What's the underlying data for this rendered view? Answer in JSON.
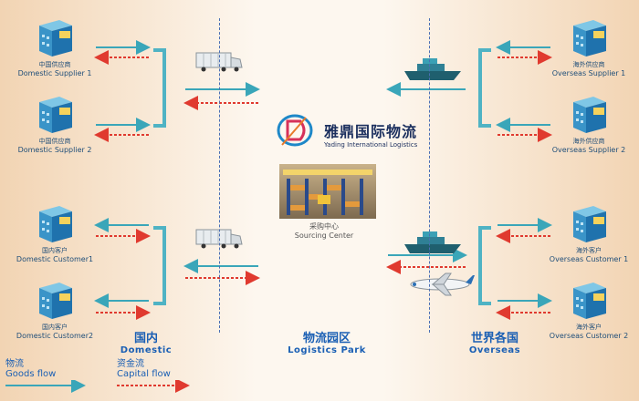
{
  "suppliers_domestic": [
    {
      "cn": "中国供应商",
      "en": "Domestic Supplier 1"
    },
    {
      "cn": "中国供应商",
      "en": "Domestic Supplier 2"
    }
  ],
  "customers_domestic": [
    {
      "cn": "国内客户",
      "en": "Domestic Customer1"
    },
    {
      "cn": "国内客户",
      "en": "Domestic Customer2"
    }
  ],
  "suppliers_overseas": [
    {
      "cn": "海外供应商",
      "en": "Overseas Supplier 1"
    },
    {
      "cn": "海外供应商",
      "en": "Overseas Supplier 2"
    }
  ],
  "customers_overseas": [
    {
      "cn": "海外客户",
      "en": "Overseas  Customer 1"
    },
    {
      "cn": "海外客户",
      "en": "Overseas Customer 2"
    }
  ],
  "logo": {
    "cn": "雅鼎国际物流",
    "en": "Yading International Logistics"
  },
  "sourcing_center": {
    "cn": "采购中心",
    "en": "Sourcing Center"
  },
  "regions": {
    "domestic": {
      "cn": "国内",
      "en": "Domestic"
    },
    "logistics_park": {
      "cn": "物流园区",
      "en": "Logistics Park"
    },
    "overseas": {
      "cn": "世界各国",
      "en": "Overseas"
    }
  },
  "legend": {
    "goods_flow": {
      "cn": "物流",
      "en": "Goods flow",
      "color": "#3aa6b9"
    },
    "capital_flow": {
      "cn": "资金流",
      "en": "Capital flow",
      "color": "#e03a2f"
    }
  },
  "colors": {
    "accent": "#1a5fb4",
    "goods": "#3aa6b9",
    "capital": "#e03a2f",
    "bracket": "#4fb3c4"
  }
}
